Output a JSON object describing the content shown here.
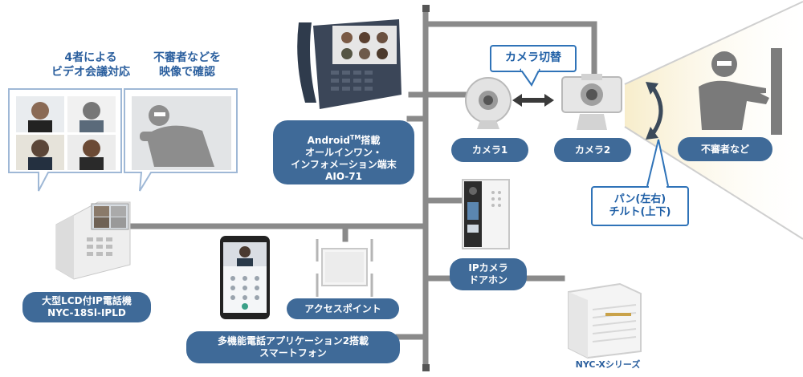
{
  "captions": {
    "four_party": "4者による\nビデオ会議対応",
    "suspicious_video": "不審者などを\n映像で確認"
  },
  "labels": {
    "aio": {
      "line1_prefix": "Android",
      "line1_sup": "TM",
      "line1_suffix": "搭載",
      "rest": "オールインワン・\nインフォメーション端末\nAIO-71"
    },
    "camera1": "カメラ1",
    "camera2": "カメラ2",
    "intruder": "不審者など",
    "ip_intercom": "IPカメラ\nドアホン",
    "ip_phone": "大型LCD付IP電話機\nNYC-18Sl-IPLD",
    "access_point": "アクセスポイント",
    "smartphone": "多機能電話アプリケーション2搭載\nスマートフォン",
    "nyc_series": "NYC-Xシリーズ"
  },
  "callouts": {
    "camera_switch": "カメラ切替",
    "pan_tilt": "パン(左右)\nチルト(上下)"
  },
  "colors": {
    "label_bg": "#3f6a98",
    "line": "#8a8a8a",
    "caption": "#2b5f9e",
    "callout_border": "#2f73b8"
  },
  "icons": [
    "desk-phone-icon",
    "camera-icon",
    "intruder-silhouette-icon",
    "smartphone-icon",
    "access-point-icon",
    "intercom-icon",
    "pbx-unit-icon",
    "video-conference-screen-icon",
    "double-arrow-icon",
    "curved-arrow-icon"
  ]
}
